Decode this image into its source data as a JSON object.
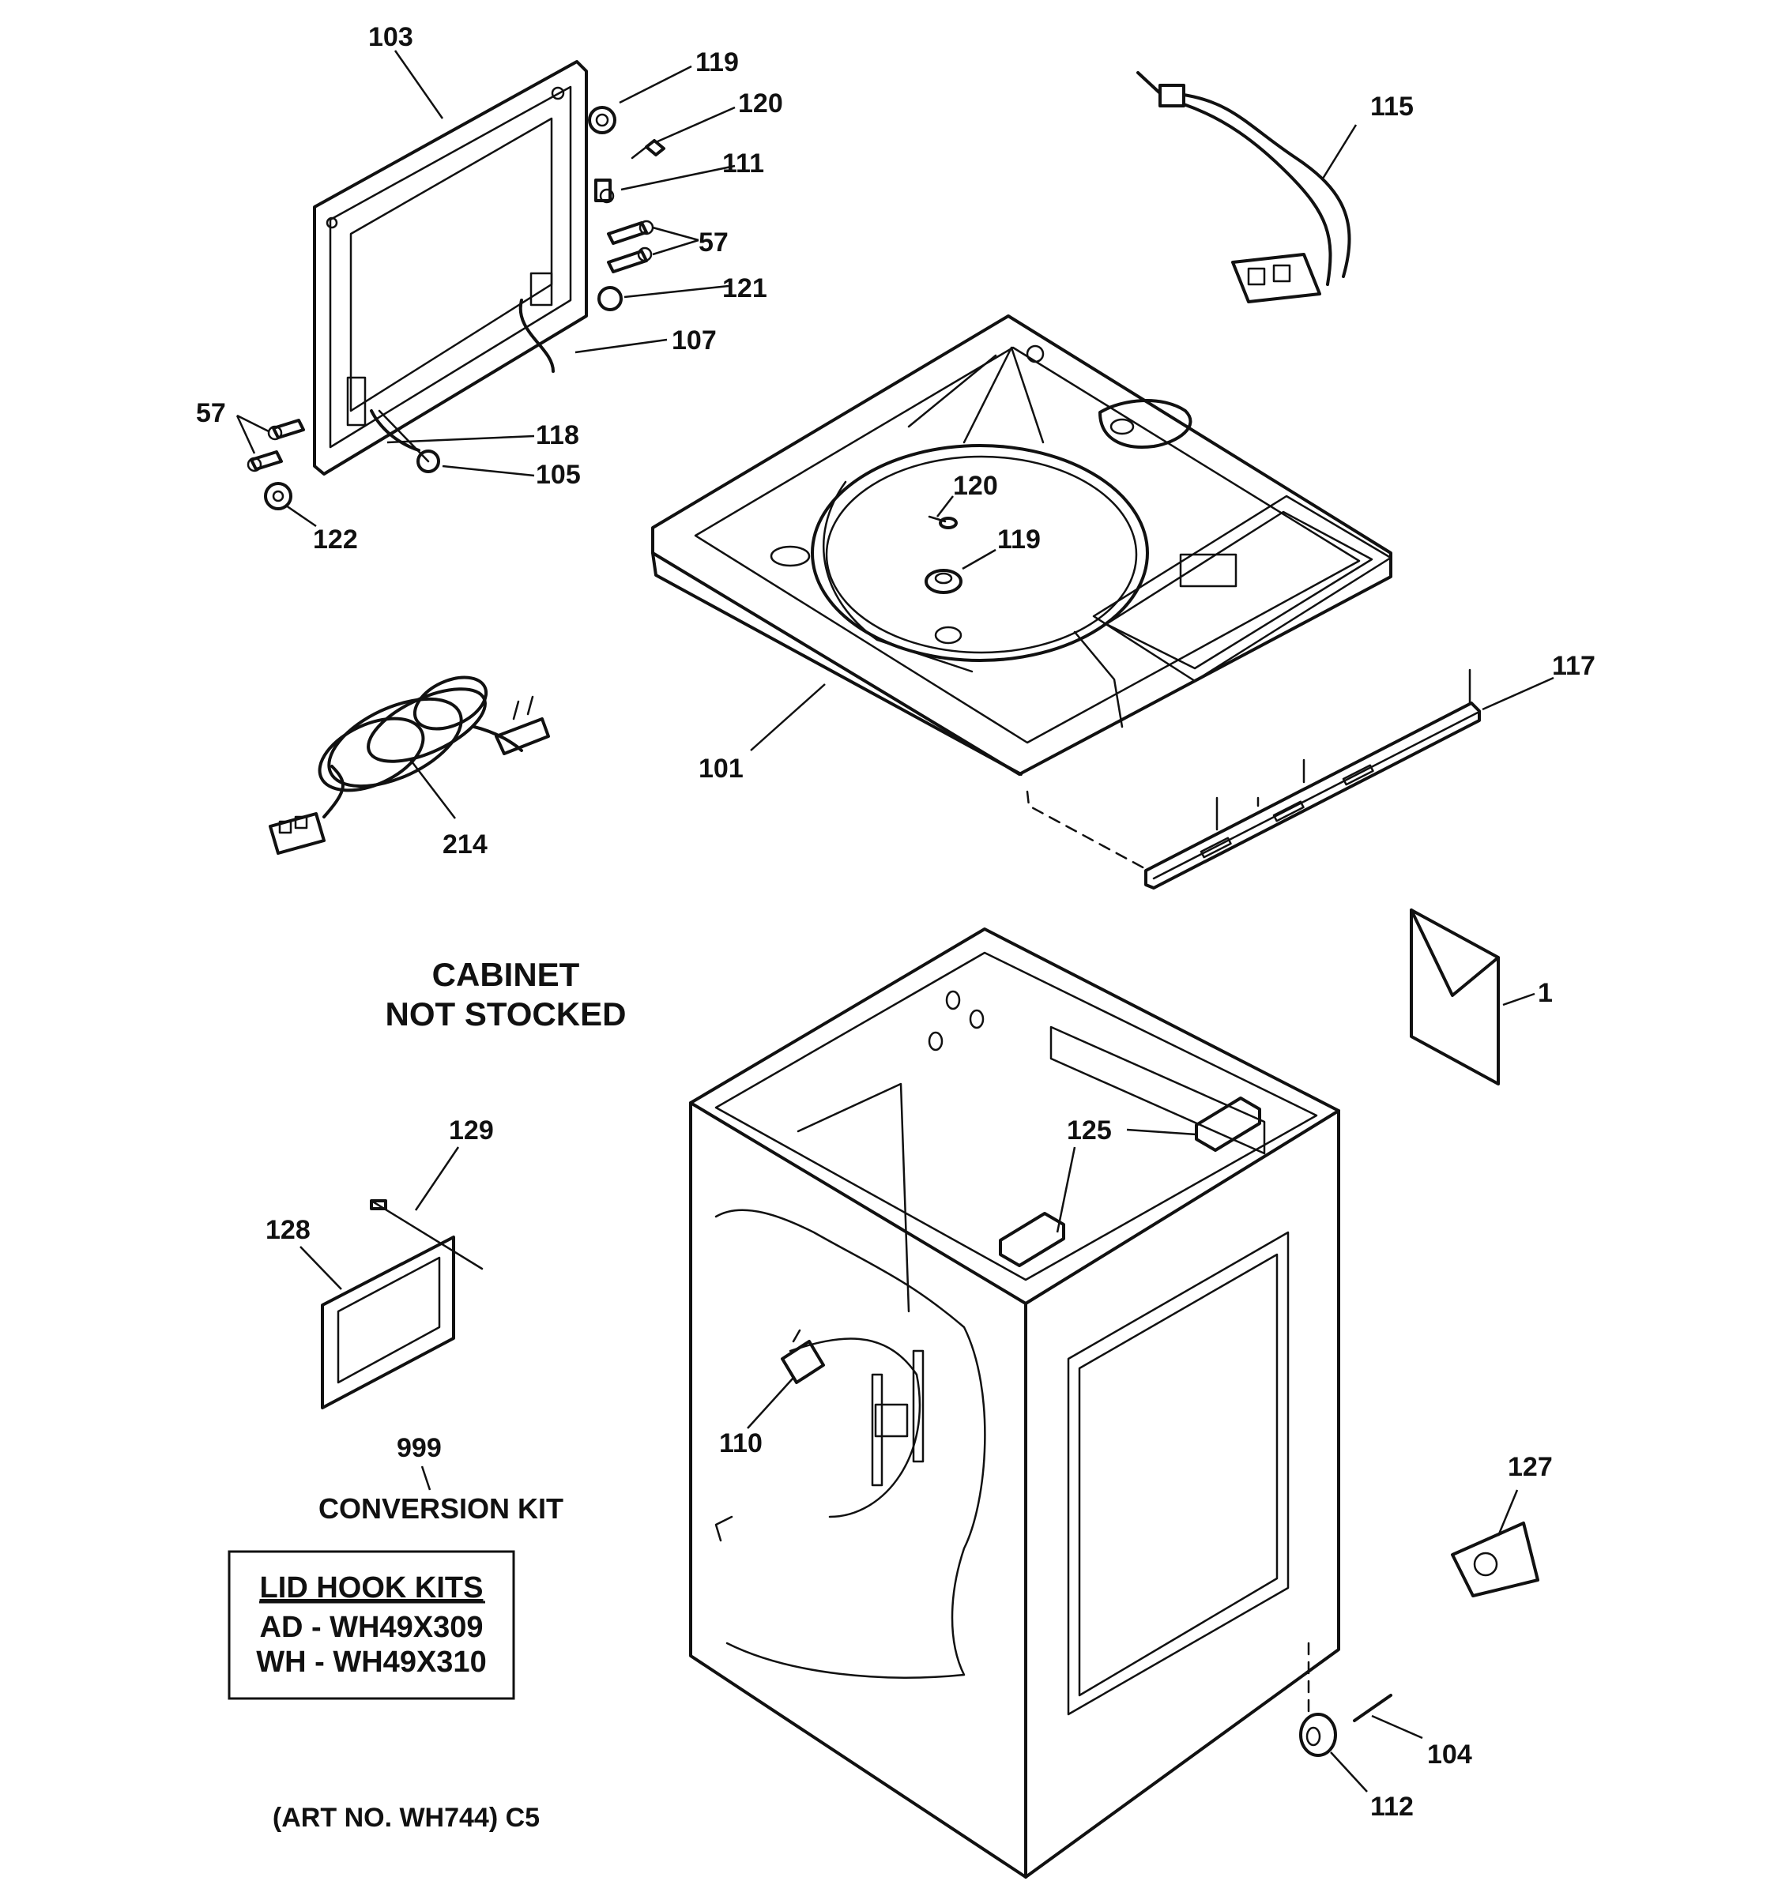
{
  "callouts": {
    "n1": "1",
    "n57a": "57",
    "n57b": "57",
    "n101": "101",
    "n103": "103",
    "n104": "104",
    "n105": "105",
    "n107": "107",
    "n110": "110",
    "n111": "111",
    "n112": "112",
    "n115": "115",
    "n117": "117",
    "n118": "118",
    "n119a": "119",
    "n119b": "119",
    "n120a": "120",
    "n120b": "120",
    "n121": "121",
    "n122": "122",
    "n125": "125",
    "n127": "127",
    "n128": "128",
    "n129": "129",
    "n214": "214",
    "n999": "999"
  },
  "notes": {
    "cabinet_line1": "CABINET",
    "cabinet_line2": "NOT STOCKED",
    "conversion": "CONVERSION KIT",
    "art_no": "(ART NO. WH744) C5"
  },
  "lid_hook_kits": {
    "title": "LID HOOK KITS",
    "row1": "AD - WH49X309",
    "row2": "WH - WH49X310"
  }
}
